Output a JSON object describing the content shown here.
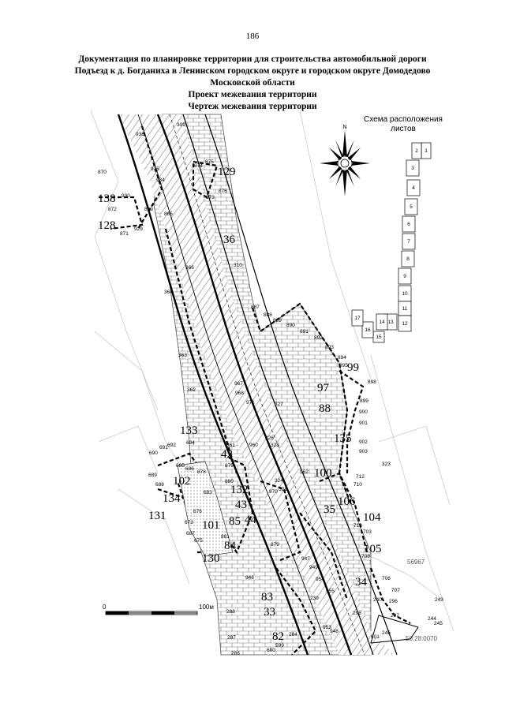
{
  "page_number": "186",
  "title_lines": [
    "Документация по планировке территории для строительства автомобильной дороги",
    "Подъезд к д. Богданиха в Ленинском городском округе и городском округе Домодедово",
    "Московской области",
    "Проект межевания территории",
    "Чертеж межевания территории"
  ],
  "scheme": {
    "label_line1": "Схема расположения",
    "label_line2": "листов",
    "sheets": [
      "1",
      "2",
      "3",
      "4",
      "5",
      "6",
      "7",
      "8",
      "9",
      "10",
      "11",
      "12",
      "13",
      "14",
      "15",
      "16",
      "17"
    ]
  },
  "scale_bar": {
    "start": "0",
    "end": "100м"
  },
  "compass": {
    "north": "N"
  },
  "parcel_labels": [
    "129",
    "138",
    "128",
    "36",
    "99",
    "97",
    "88",
    "135",
    "133",
    "100",
    "106",
    "104",
    "105",
    "102",
    "134",
    "131",
    "42",
    "132",
    "43",
    "85",
    "44",
    "101",
    "84",
    "130",
    "35",
    "34",
    "83",
    "33",
    "82"
  ],
  "point_labels": [
    "309",
    "936",
    "935",
    "934",
    "874",
    "875",
    "876",
    "873",
    "870",
    "930",
    "872",
    "869",
    "929",
    "871",
    "865",
    "310",
    "366",
    "364",
    "887",
    "888",
    "889",
    "890",
    "891",
    "892",
    "893",
    "894",
    "895",
    "898",
    "899",
    "900",
    "901",
    "902",
    "903",
    "363",
    "967",
    "968",
    "971",
    "362",
    "327",
    "326",
    "328",
    "361",
    "879",
    "880",
    "881",
    "691",
    "692",
    "694",
    "690",
    "689",
    "685",
    "686",
    "683",
    "688",
    "687",
    "675",
    "673",
    "676",
    "878",
    "879",
    "960",
    "970",
    "962",
    "324",
    "321",
    "323",
    "710",
    "712",
    "713",
    "703",
    "708",
    "706",
    "707",
    "296",
    "240",
    "243",
    "244",
    "245",
    "297",
    "295",
    "239",
    "955",
    "954",
    "953",
    "948",
    "949",
    "947",
    "946",
    "288",
    "287",
    "286",
    "284",
    "600",
    "599",
    "601",
    "246",
    "247"
  ],
  "cadastral_labels": [
    "56967",
    "50:28:0070"
  ]
}
